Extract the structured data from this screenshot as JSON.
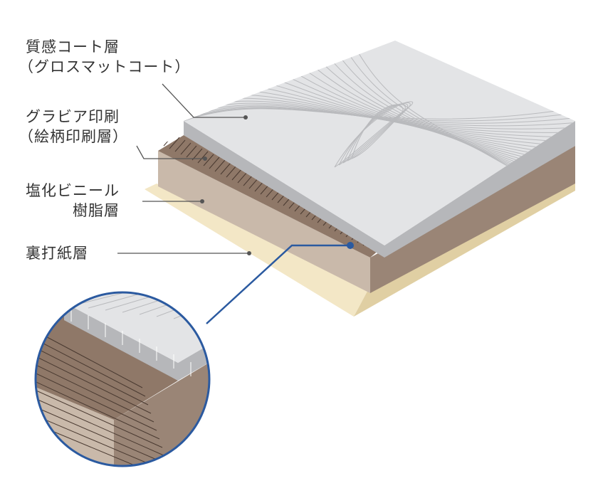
{
  "labels": {
    "coat": [
      "質感コート層",
      "（グロスマットコート）"
    ],
    "print": [
      "グラビア印刷",
      "（絵柄印刷層）"
    ],
    "vinyl": [
      "塩化ビニール",
      "樹脂層"
    ],
    "backing": [
      "裏打紙層"
    ]
  },
  "colors": {
    "coat_top": "#e3e4e6",
    "coat_edge": "#b6b7ba",
    "grain_line": "#b9babd",
    "print_layer": "#8f7868",
    "print_line": "#4a3a31",
    "vinyl_front": "#c9b9aa",
    "vinyl_side": "#9a8576",
    "backing_front": "#f3e7c6",
    "backing_side": "#e0cfa3",
    "leader": "#555555",
    "callout": "#2b5aa0"
  }
}
